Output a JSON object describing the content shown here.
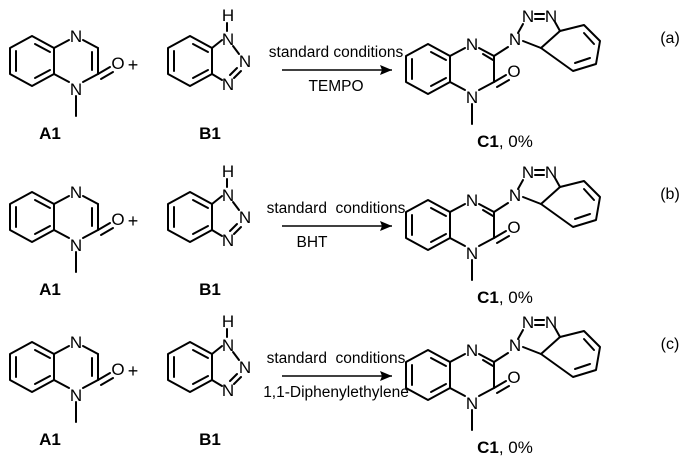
{
  "rows": [
    {
      "reactant_a": {
        "label": "A1",
        "atoms": {
          "n_top": "N",
          "n_bottom": "N",
          "oxygen": "O"
        }
      },
      "plus": "+",
      "reactant_b": {
        "label": "B1",
        "atoms": {
          "nh_h": "H",
          "n1": "N",
          "n2": "N",
          "n3": "N"
        }
      },
      "condition_top": "standard conditions",
      "condition_bottom": "TEMPO",
      "product": {
        "label": "C1",
        "yield": ", 0%",
        "atoms": {
          "n_top": "N",
          "n_bottom": "N",
          "oxygen": "O",
          "bt_n1": "N",
          "bt_n2": "N",
          "bt_n3": "N"
        }
      },
      "tag": "(a)"
    },
    {
      "reactant_a": {
        "label": "A1",
        "atoms": {
          "n_top": "N",
          "n_bottom": "N",
          "oxygen": "O"
        }
      },
      "plus": "+",
      "reactant_b": {
        "label": "B1",
        "atoms": {
          "nh_h": "H",
          "n1": "N",
          "n2": "N",
          "n3": "N"
        }
      },
      "condition_top": "standard  conditions",
      "condition_bottom": "BHT",
      "product": {
        "label": "C1",
        "yield": ", 0%",
        "atoms": {
          "n_top": "N",
          "n_bottom": "N",
          "oxygen": "O",
          "bt_n1": "N",
          "bt_n2": "N",
          "bt_n3": "N"
        }
      },
      "tag": "(b)"
    },
    {
      "reactant_a": {
        "label": "A1",
        "atoms": {
          "n_top": "N",
          "n_bottom": "N",
          "oxygen": "O"
        }
      },
      "plus": "+",
      "reactant_b": {
        "label": "B1",
        "atoms": {
          "nh_h": "H",
          "n1": "N",
          "n2": "N",
          "n3": "N"
        }
      },
      "condition_top": "standard  conditions",
      "condition_bottom": "1,1-Diphenylethylene",
      "product": {
        "label": "C1",
        "yield": ", 0%",
        "atoms": {
          "n_top": "N",
          "n_bottom": "N",
          "oxygen": "O",
          "bt_n1": "N",
          "bt_n2": "N",
          "bt_n3": "N"
        }
      },
      "tag": "(c)"
    }
  ]
}
